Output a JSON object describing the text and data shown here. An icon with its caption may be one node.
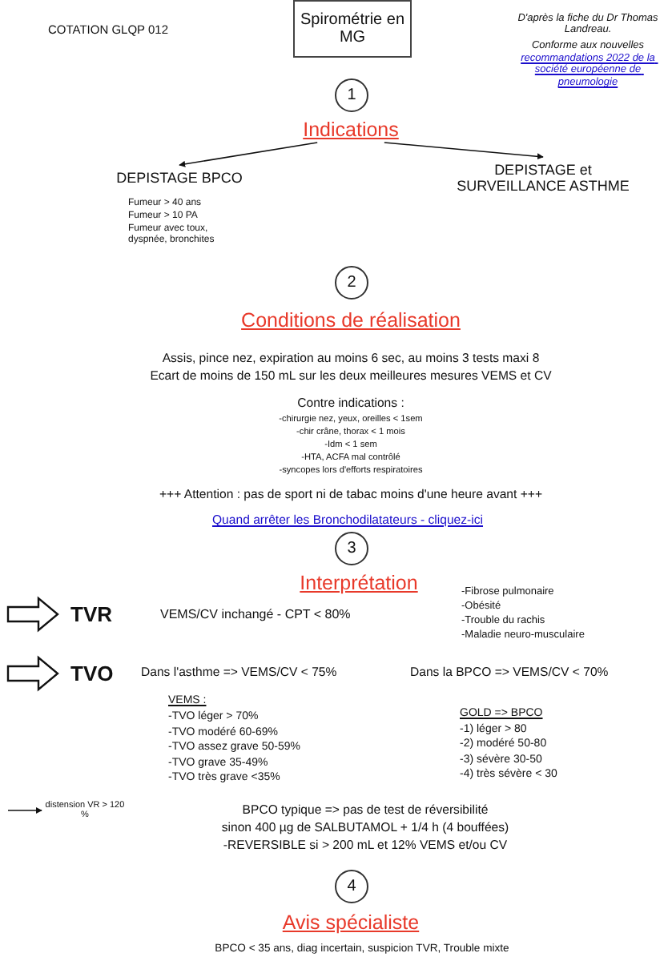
{
  "diagram": {
    "nodes": [
      {
        "text": [
          "Spirométrie en MG"
        ]
      },
      {
        "text": [
          "1"
        ]
      },
      {
        "text": [
          "Indications"
        ]
      },
      {
        "text": [
          "DEPISTAGE BPCO"
        ]
      },
      {
        "text": [
          "DEPISTAGE et SURVEILLANCE ASTHME"
        ]
      },
      {
        "text": [
          "2"
        ]
      },
      {
        "text": [
          "3"
        ]
      },
      {
        "text": [
          "TVR"
        ]
      },
      {
        "text": [
          "TVO"
        ]
      },
      {
        "text": [
          "distension  VR > 120 %"
        ]
      },
      {
        "text": [
          "4"
        ]
      }
    ],
    "edges": [
      {
        "from": 2,
        "to": 3,
        "arrow": "to"
      },
      {
        "from": 2,
        "to": 4,
        "arrow": "to"
      },
      {
        "from": null,
        "to": 7,
        "arrow": "to",
        "style": "thick"
      },
      {
        "from": null,
        "to": 8,
        "arrow": "to",
        "style": "thick"
      },
      {
        "from": null,
        "to": 9,
        "arrow": "to"
      }
    ],
    "labels": [
      "COTATION GLQP 012",
      "D'après la fiche du Dr Thomas Landreau.",
      "Conforme aux nouvelles",
      "recommandations 2022 de la société européenne de pneumologie",
      "Fumeur > 40 ans",
      "Fumeur > 10 PA",
      "Fumeur avec toux, dyspnée, bronchites",
      "Conditions de réalisation",
      "Assis, pince nez, expiration au moins 6 sec, au moins 3 tests maxi 8",
      "Ecart de moins de 150 mL sur les deux meilleures mesures VEMS et CV",
      "Contre indications :",
      "-chirurgie nez, yeux, oreilles < 1sem",
      "-chir crâne, thorax < 1 mois",
      "-Idm < 1 sem",
      "-HTA, ACFA mal contrôlé",
      "-syncopes lors d'efforts respiratoires",
      "+++ Attention : pas de sport ni de tabac moins d'une heure avant +++",
      "Quand arrêter les Bronchodilatateurs - cliquez-ici",
      "Interprétation",
      "VEMS/CV inchangé  -  CPT < 80%",
      "-Fibrose pulmonaire",
      "-Obésité",
      "-Trouble du rachis",
      "-Maladie neuro-musculaire",
      "Dans l'asthme => VEMS/CV < 75%",
      "Dans la BPCO => VEMS/CV < 70%",
      "VEMS :",
      "-TVO léger > 70%",
      "-TVO modéré 60-69%",
      "-TVO assez grave 50-59%",
      "-TVO grave 35-49%",
      "-TVO très grave <35%",
      "GOLD => BPCO",
      "-1) léger > 80",
      "-2) modéré 50-80",
      "-3) sévère 30-50",
      "-4) très sévère < 30",
      "BPCO typique => pas de test de réversibilité",
      "sinon 400 µg de SALBUTAMOL + 1/4 h (4 bouffées)",
      "-REVERSIBLE si > 200 mL et 12% VEMS et/ou CV",
      "Avis spécialiste",
      "BPCO < 35 ans, diag incertain, suspicion TVR, Trouble mixte"
    ]
  }
}
